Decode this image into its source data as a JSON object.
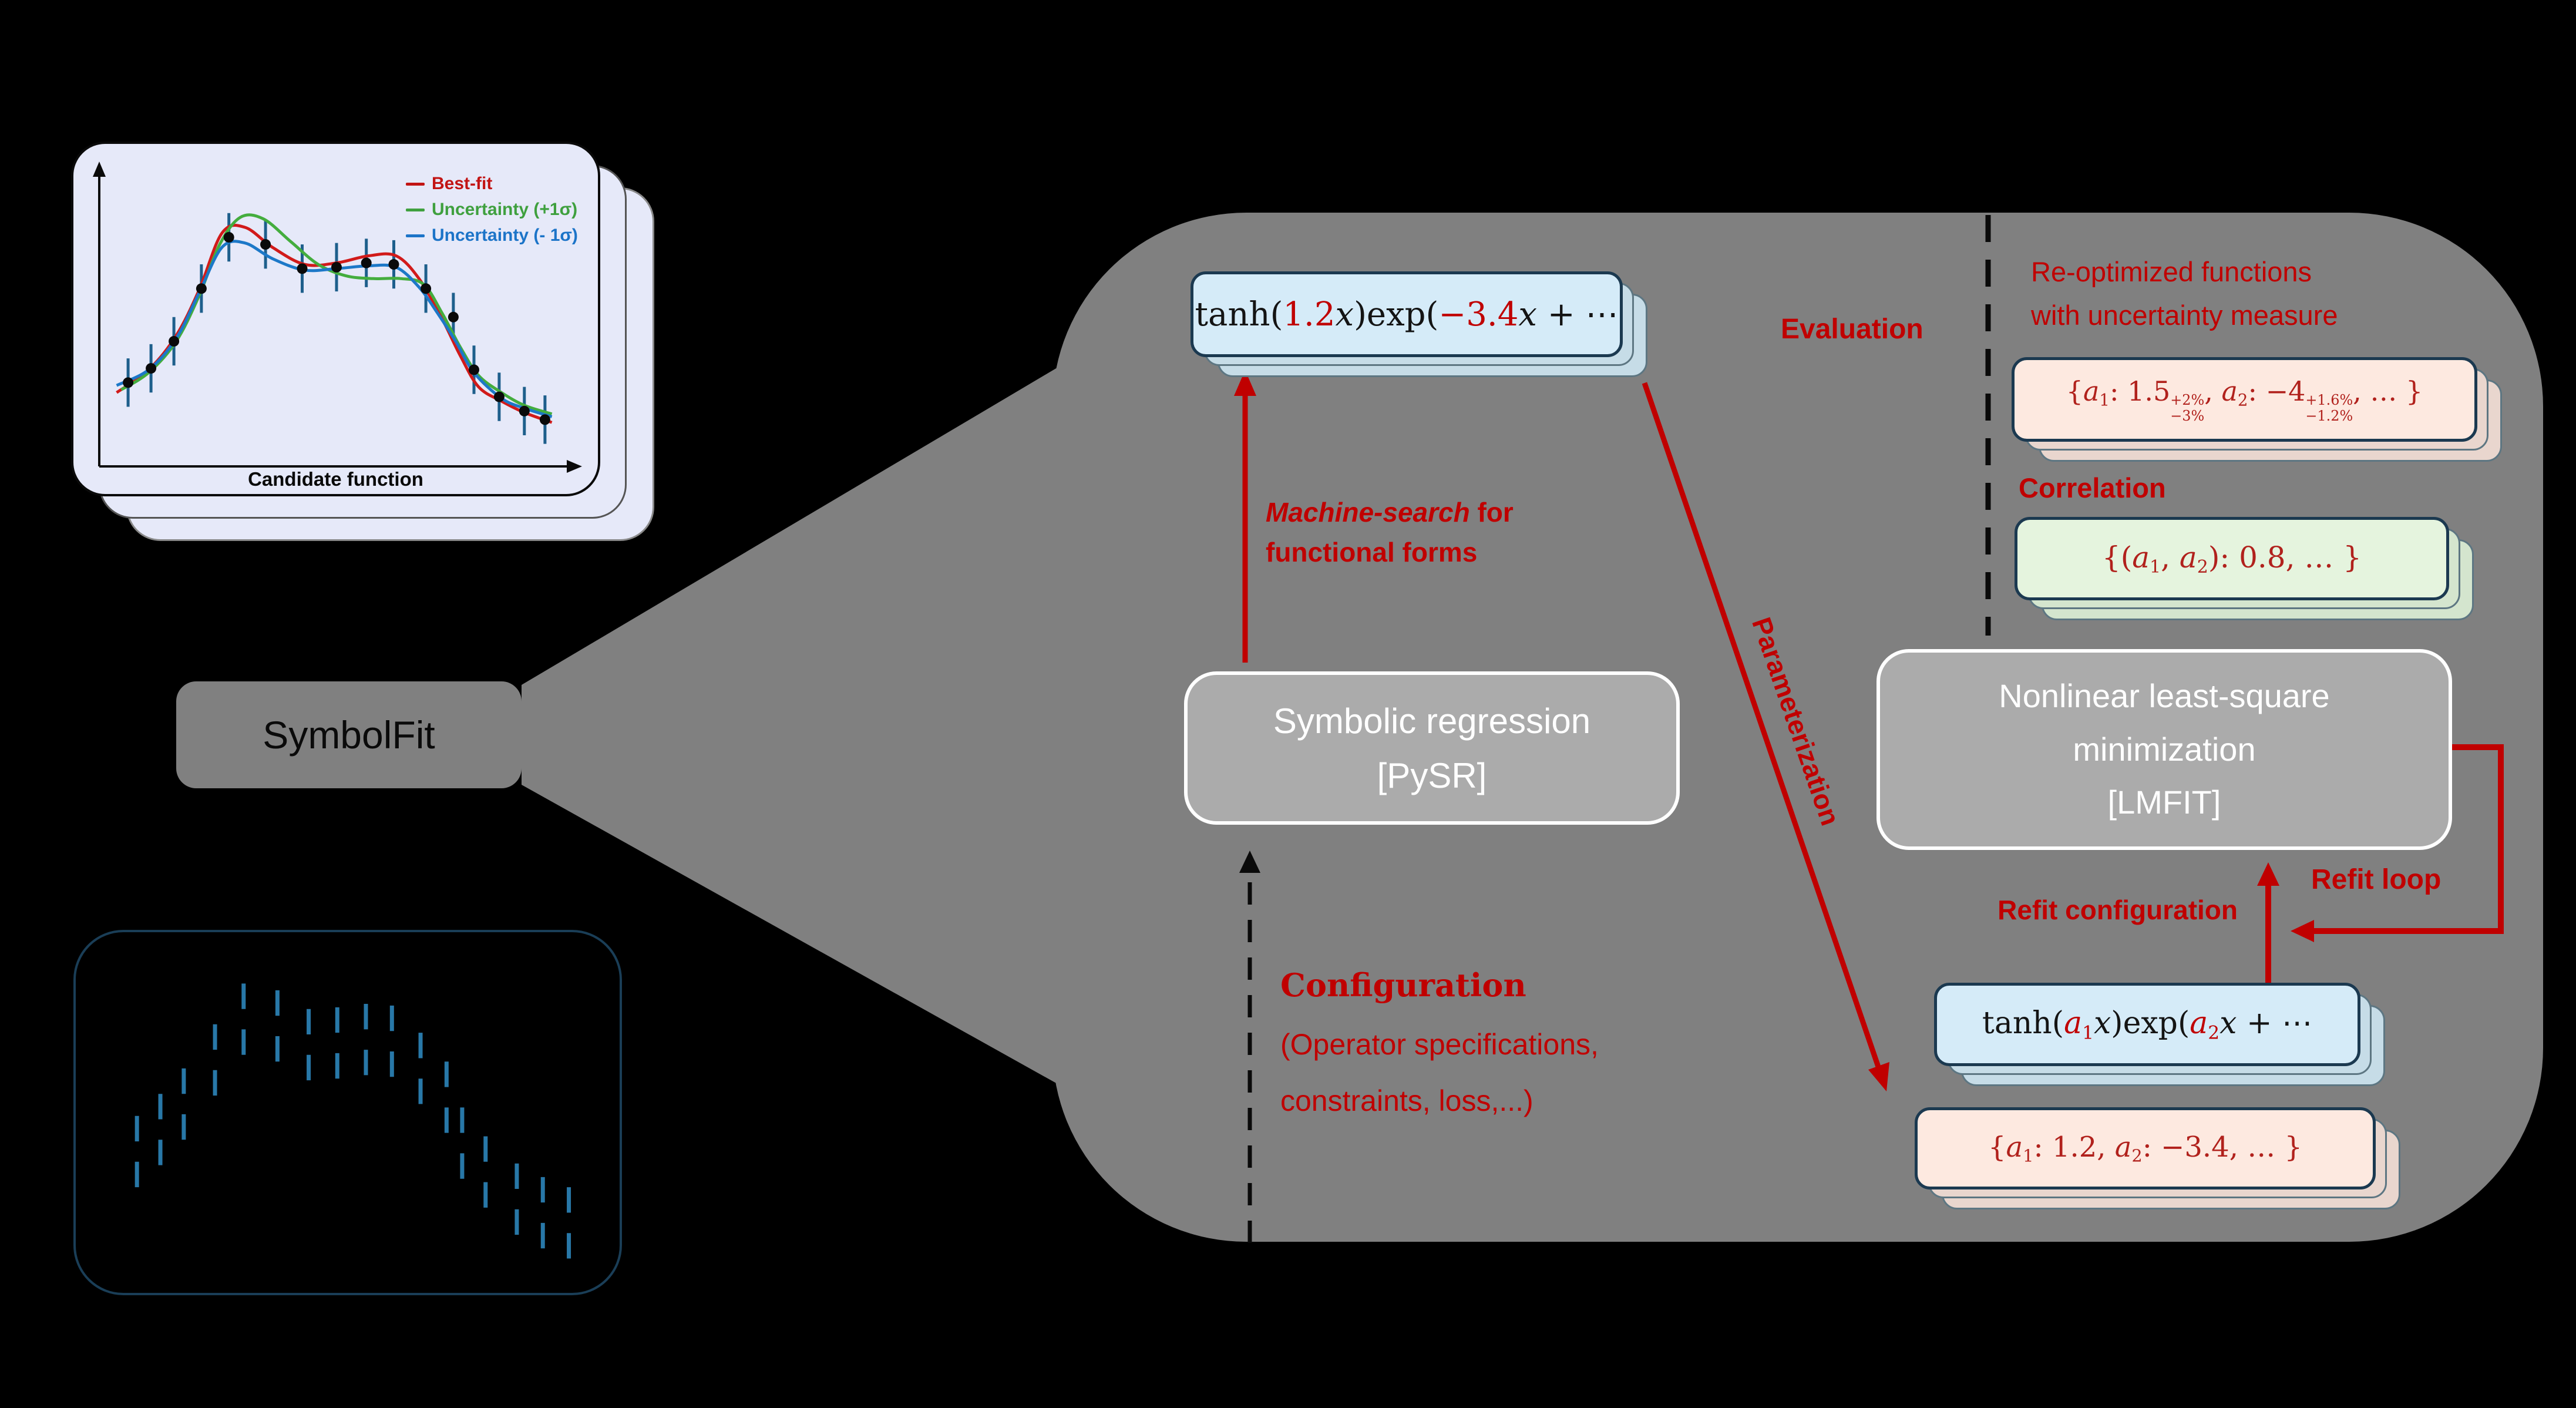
{
  "title_box": {
    "label": "SymbolFit"
  },
  "plot_card": {
    "xlabel": "Candidate function",
    "legend": [
      {
        "label": "Best-fit",
        "color": "#c21414"
      },
      {
        "label": "Uncertainty (+1σ)",
        "color": "#3fa03f"
      },
      {
        "label": "Uncertainty (- 1σ)",
        "color": "#1c74c8"
      }
    ],
    "err_half": 0.085,
    "points": [
      [
        0.045,
        0.745
      ],
      [
        0.095,
        0.695
      ],
      [
        0.145,
        0.6
      ],
      [
        0.205,
        0.415
      ],
      [
        0.265,
        0.235
      ],
      [
        0.345,
        0.26
      ],
      [
        0.425,
        0.345
      ],
      [
        0.5,
        0.34
      ],
      [
        0.565,
        0.325
      ],
      [
        0.625,
        0.33
      ],
      [
        0.695,
        0.415
      ],
      [
        0.755,
        0.515
      ],
      [
        0.8,
        0.7
      ],
      [
        0.855,
        0.795
      ],
      [
        0.91,
        0.845
      ],
      [
        0.955,
        0.875
      ]
    ],
    "curves": {
      "best_fit": {
        "color": "#d11a1a",
        "pts": [
          [
            0.02,
            0.78
          ],
          [
            0.09,
            0.7
          ],
          [
            0.15,
            0.58
          ],
          [
            0.2,
            0.42
          ],
          [
            0.25,
            0.22
          ],
          [
            0.3,
            0.2
          ],
          [
            0.36,
            0.27
          ],
          [
            0.43,
            0.33
          ],
          [
            0.5,
            0.325
          ],
          [
            0.57,
            0.3
          ],
          [
            0.63,
            0.3
          ],
          [
            0.68,
            0.38
          ],
          [
            0.73,
            0.52
          ],
          [
            0.77,
            0.65
          ],
          [
            0.81,
            0.76
          ],
          [
            0.86,
            0.81
          ],
          [
            0.91,
            0.85
          ],
          [
            0.97,
            0.885
          ]
        ]
      },
      "uncert_up": {
        "color": "#44ad3e",
        "pts": [
          [
            0.03,
            0.77
          ],
          [
            0.09,
            0.71
          ],
          [
            0.15,
            0.6
          ],
          [
            0.2,
            0.44
          ],
          [
            0.245,
            0.26
          ],
          [
            0.29,
            0.165
          ],
          [
            0.34,
            0.17
          ],
          [
            0.4,
            0.25
          ],
          [
            0.46,
            0.33
          ],
          [
            0.52,
            0.37
          ],
          [
            0.58,
            0.38
          ],
          [
            0.64,
            0.38
          ],
          [
            0.69,
            0.4
          ],
          [
            0.73,
            0.5
          ],
          [
            0.77,
            0.62
          ],
          [
            0.81,
            0.72
          ],
          [
            0.86,
            0.78
          ],
          [
            0.91,
            0.825
          ],
          [
            0.97,
            0.855
          ]
        ]
      },
      "uncert_down": {
        "color": "#1c78c8",
        "pts": [
          [
            0.02,
            0.755
          ],
          [
            0.09,
            0.7
          ],
          [
            0.15,
            0.59
          ],
          [
            0.2,
            0.43
          ],
          [
            0.25,
            0.27
          ],
          [
            0.3,
            0.255
          ],
          [
            0.36,
            0.31
          ],
          [
            0.43,
            0.35
          ],
          [
            0.5,
            0.345
          ],
          [
            0.57,
            0.335
          ],
          [
            0.63,
            0.34
          ],
          [
            0.68,
            0.41
          ],
          [
            0.72,
            0.5
          ],
          [
            0.76,
            0.6
          ],
          [
            0.8,
            0.71
          ],
          [
            0.86,
            0.8
          ],
          [
            0.91,
            0.835
          ],
          [
            0.97,
            0.865
          ]
        ]
      }
    }
  },
  "data_box": {
    "dash_color": "#2878A8",
    "points": [
      [
        0.095,
        0.615
      ],
      [
        0.14,
        0.55
      ],
      [
        0.185,
        0.475
      ],
      [
        0.245,
        0.345
      ],
      [
        0.3,
        0.225
      ],
      [
        0.365,
        0.245
      ],
      [
        0.425,
        0.3
      ],
      [
        0.48,
        0.295
      ],
      [
        0.535,
        0.285
      ],
      [
        0.585,
        0.29
      ],
      [
        0.64,
        0.37
      ],
      [
        0.69,
        0.455
      ],
      [
        0.72,
        0.59
      ],
      [
        0.765,
        0.675
      ],
      [
        0.825,
        0.755
      ],
      [
        0.875,
        0.795
      ],
      [
        0.925,
        0.825
      ]
    ]
  },
  "boxes": {
    "sr_line1": "Symbolic regression",
    "sr_line2": "[PySR]",
    "lmfit_line1": "Nonlinear least-square",
    "lmfit_line2": "minimization",
    "lmfit_line3": "[LMFIT]"
  },
  "labels": {
    "machine_search_em": "Machine-search",
    "machine_search_rest": " for functional forms",
    "evaluation": "Evaluation",
    "reoptimized_line1": "Re-optimized functions",
    "reoptimized_line2": "with uncertainty measure",
    "correlation": "Correlation",
    "parameterization": "Parameterization",
    "refit_configuration": "Refit configuration",
    "refit_loop": "Refit loop",
    "configuration_line1": "Configuration",
    "configuration_line2": "(Operator specifications,",
    "configuration_line3": "constraints, loss,...)"
  },
  "formulas": {
    "sr_output": [
      {
        "t": "tanh("
      },
      {
        "t": "1.2",
        "hl": true
      },
      {
        "t": "x",
        "i": true
      },
      {
        "t": ")exp("
      },
      {
        "t": "−3.4",
        "hl": true
      },
      {
        "t": "x",
        "i": true
      },
      {
        "t": " + ⋯"
      }
    ],
    "reopt_params": [
      {
        "t": "{"
      },
      {
        "t": "a",
        "i": true
      },
      {
        "t": "1",
        "sub": true
      },
      {
        "t": ": 1.5"
      },
      {
        "stack": {
          "sup": "+2%",
          "sub": "−3%"
        }
      },
      {
        "t": ", "
      },
      {
        "t": "a",
        "i": true
      },
      {
        "t": "2",
        "sub": true
      },
      {
        "t": ": −4"
      },
      {
        "stack": {
          "sup": "+1.6%",
          "sub": "−1.2%"
        }
      },
      {
        "t": ", … }"
      }
    ],
    "correlation_vals": [
      {
        "t": "{("
      },
      {
        "t": "a",
        "i": true
      },
      {
        "t": "1",
        "sub": true
      },
      {
        "t": ", "
      },
      {
        "t": "a",
        "i": true
      },
      {
        "t": "2",
        "sub": true
      },
      {
        "t": "): 0.8, … }"
      }
    ],
    "param_function": [
      {
        "t": "tanh("
      },
      {
        "t": "a",
        "i": true,
        "hl": true
      },
      {
        "t": "1",
        "sub": true,
        "hl": true
      },
      {
        "t": "x",
        "i": true
      },
      {
        "t": ")exp("
      },
      {
        "t": "a",
        "i": true,
        "hl": true
      },
      {
        "t": "2",
        "sub": true,
        "hl": true
      },
      {
        "t": "x",
        "i": true
      },
      {
        "t": " + ⋯"
      }
    ],
    "param_values": [
      {
        "t": "{"
      },
      {
        "t": "a",
        "i": true
      },
      {
        "t": "1",
        "sub": true
      },
      {
        "t": ": 1.2, "
      },
      {
        "t": "a",
        "i": true
      },
      {
        "t": "2",
        "sub": true
      },
      {
        "t": ": −3.4, … }"
      }
    ]
  },
  "colors": {
    "blob_gray": "#808080",
    "inner_box_gray": "#ABABAB",
    "accent_red": "#C00000",
    "formula_red": "#B1211C",
    "navy_border": "#1B3950",
    "databox_border": "#1A3E57"
  }
}
